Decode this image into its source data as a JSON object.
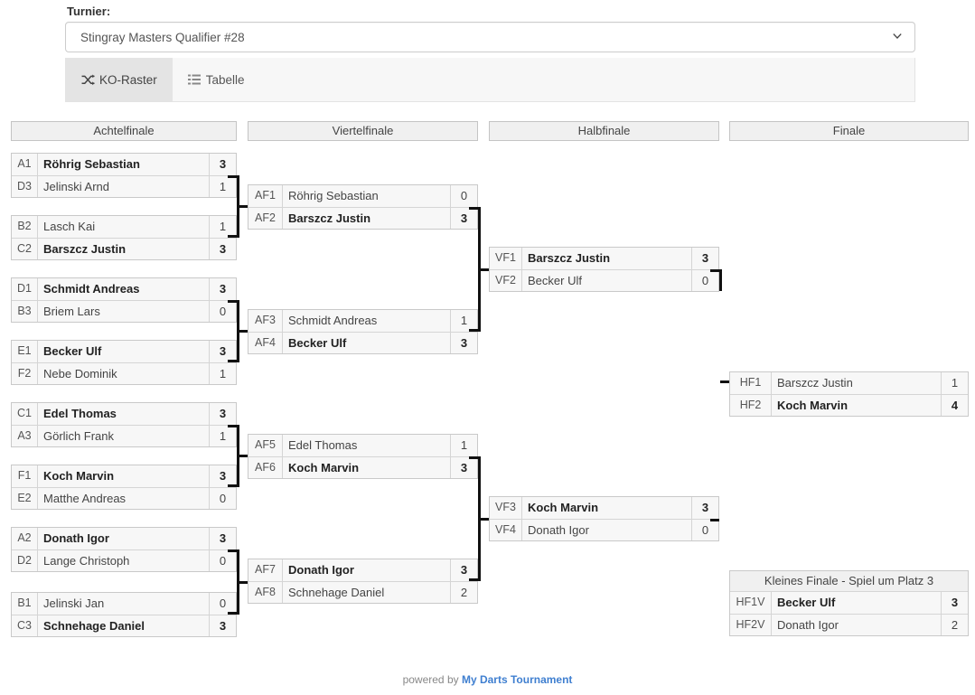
{
  "form": {
    "label": "Turnier:",
    "selected_tournament": "Stingray Masters Qualifier #28",
    "caret_icon": "chevron-down-icon"
  },
  "tabs": [
    {
      "label": "KO-Raster",
      "icon": "shuffle-icon",
      "active": true
    },
    {
      "label": "Tabelle",
      "icon": "list-icon",
      "active": false
    }
  ],
  "rounds": [
    {
      "title": "Achtelfinale"
    },
    {
      "title": "Viertelfinale"
    },
    {
      "title": "Halbfinale"
    },
    {
      "title": "Finale"
    }
  ],
  "third_place": {
    "title": "Kleines Finale - Spiel um Platz 3"
  },
  "matches": {
    "r16": [
      {
        "rows": [
          {
            "code": "A1",
            "name": "Röhrig Sebastian",
            "score": "3",
            "winner": true
          },
          {
            "code": "D3",
            "name": "Jelinski Arnd",
            "score": "1",
            "winner": false
          }
        ]
      },
      {
        "rows": [
          {
            "code": "B2",
            "name": "Lasch Kai",
            "score": "1",
            "winner": false
          },
          {
            "code": "C2",
            "name": "Barszcz Justin",
            "score": "3",
            "winner": true
          }
        ]
      },
      {
        "rows": [
          {
            "code": "D1",
            "name": "Schmidt Andreas",
            "score": "3",
            "winner": true
          },
          {
            "code": "B3",
            "name": "Briem Lars",
            "score": "0",
            "winner": false
          }
        ]
      },
      {
        "rows": [
          {
            "code": "E1",
            "name": "Becker Ulf",
            "score": "3",
            "winner": true
          },
          {
            "code": "F2",
            "name": "Nebe Dominik",
            "score": "1",
            "winner": false
          }
        ]
      },
      {
        "rows": [
          {
            "code": "C1",
            "name": "Edel Thomas",
            "score": "3",
            "winner": true
          },
          {
            "code": "A3",
            "name": "Görlich Frank",
            "score": "1",
            "winner": false
          }
        ]
      },
      {
        "rows": [
          {
            "code": "F1",
            "name": "Koch Marvin",
            "score": "3",
            "winner": true
          },
          {
            "code": "E2",
            "name": "Matthe Andreas",
            "score": "0",
            "winner": false
          }
        ]
      },
      {
        "rows": [
          {
            "code": "A2",
            "name": "Donath Igor",
            "score": "3",
            "winner": true
          },
          {
            "code": "D2",
            "name": "Lange Christoph",
            "score": "0",
            "winner": false
          }
        ]
      },
      {
        "rows": [
          {
            "code": "B1",
            "name": "Jelinski Jan",
            "score": "0",
            "winner": false
          },
          {
            "code": "C3",
            "name": "Schnehage Daniel",
            "score": "3",
            "winner": true
          }
        ]
      }
    ],
    "quarter": [
      {
        "rows": [
          {
            "code": "AF1",
            "name": "Röhrig Sebastian",
            "score": "0",
            "winner": false
          },
          {
            "code": "AF2",
            "name": "Barszcz Justin",
            "score": "3",
            "winner": true
          }
        ]
      },
      {
        "rows": [
          {
            "code": "AF3",
            "name": "Schmidt Andreas",
            "score": "1",
            "winner": false
          },
          {
            "code": "AF4",
            "name": "Becker Ulf",
            "score": "3",
            "winner": true
          }
        ]
      },
      {
        "rows": [
          {
            "code": "AF5",
            "name": "Edel Thomas",
            "score": "1",
            "winner": false
          },
          {
            "code": "AF6",
            "name": "Koch Marvin",
            "score": "3",
            "winner": true
          }
        ]
      },
      {
        "rows": [
          {
            "code": "AF7",
            "name": "Donath Igor",
            "score": "3",
            "winner": true
          },
          {
            "code": "AF8",
            "name": "Schnehage Daniel",
            "score": "2",
            "winner": false
          }
        ]
      }
    ],
    "semi": [
      {
        "rows": [
          {
            "code": "VF1",
            "name": "Barszcz Justin",
            "score": "3",
            "winner": true
          },
          {
            "code": "VF2",
            "name": "Becker Ulf",
            "score": "0",
            "winner": false
          }
        ]
      },
      {
        "rows": [
          {
            "code": "VF3",
            "name": "Koch Marvin",
            "score": "3",
            "winner": true
          },
          {
            "code": "VF4",
            "name": "Donath Igor",
            "score": "0",
            "winner": false
          }
        ]
      }
    ],
    "final": [
      {
        "rows": [
          {
            "code": "HF1",
            "name": "Barszcz Justin",
            "score": "1",
            "winner": false
          },
          {
            "code": "HF2",
            "name": "Koch Marvin",
            "score": "4",
            "winner": true
          }
        ]
      }
    ],
    "third": [
      {
        "rows": [
          {
            "code": "HF1V",
            "name": "Becker Ulf",
            "score": "3",
            "winner": true
          },
          {
            "code": "HF2V",
            "name": "Donath Igor",
            "score": "2",
            "winner": false
          }
        ]
      }
    ]
  },
  "footer": {
    "prefix": "powered by ",
    "brand": "My Darts Tournament"
  },
  "colors": {
    "tab_active_bg": "#e4e4e4",
    "panel_bg": "#f7f7f7",
    "header_bg": "#f0f0f0",
    "border": "#c9c9c9",
    "connector": "#111111",
    "brand_link": "#3f7fd0"
  }
}
